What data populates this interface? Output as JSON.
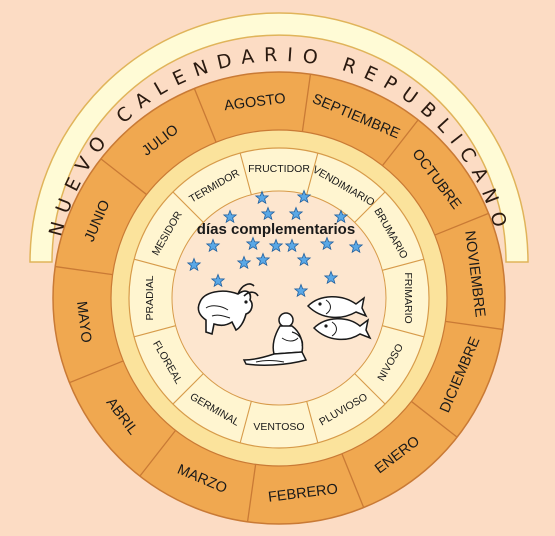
{
  "title": "NUEVO CALENDARIO REPUBLICANO",
  "gregorian_months": [
    "AGOSTO",
    "SEPTIEMBRE",
    "OCTUBRE",
    "NOVIEMBRE",
    "DICIEMBRE",
    "ENERO",
    "FEBRERO",
    "MARZO",
    "ABRIL",
    "MAYO",
    "JUNIO",
    "JULIO"
  ],
  "republican_months": [
    "FRUCTIDOR",
    "VENDIMIARIO",
    "BRUMARIO",
    "FRIMARIO",
    "NIVOSO",
    "PLUVIOSO",
    "VENTOSO",
    "GERMINAL",
    "FLOREAL",
    "PRADIAL",
    "MESIDOR",
    "TERMIDOR"
  ],
  "center_label": "días complementarios",
  "colors": {
    "background": "#fcdcc4",
    "title_band": "#fffbd6",
    "outer_ring": "#f0a850",
    "middle_ring": "#fbe39c",
    "inner_band": "#fff5d0",
    "center": "#fde6cf",
    "stroke": "#c97a35",
    "star": "#5aa8e6"
  }
}
